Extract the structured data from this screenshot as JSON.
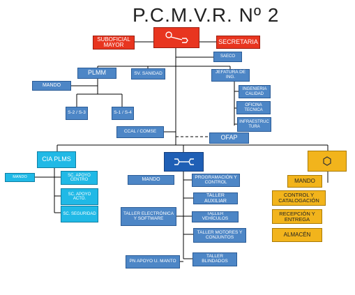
{
  "title": "P.C.M.V.R. Nº 2",
  "colors": {
    "red": "#e8351f",
    "blue": "#4d86c6",
    "dark_blue": "#1f5fb5",
    "cyan": "#20b9e6",
    "gold": "#f2b41c",
    "line": "#000000"
  },
  "nodes": {
    "top": {
      "icon": "wrench-icon"
    },
    "suboficial": "SUBOFICIAL MAYOR",
    "secretaria": "SECRETARIA",
    "saeco": "SAECO",
    "plmm": "PLMM",
    "sv_sanidad": "SV. SANIDAD",
    "jefatura": "JEFATURA DE ING.",
    "ingenieria": "INGENIERIA CALIDAD",
    "oficina": "OFICINA TECNICA",
    "infraestructura": "INFRAESTRUC TURA",
    "mando_plmm": "MANDO",
    "s2s3": "S-2 / S-3",
    "s1s4": "S-1 / S-4",
    "ccal": "CCAL / COMSE",
    "ofap": "OFAP",
    "cia_plms": "CIA PLMS",
    "center_unit": {
      "icon": "wrench-icon"
    },
    "right_unit": {
      "icon": "hexagon-icon"
    },
    "mando_cia": "MANDO",
    "sc_apoyo_centro": "SC. APOYO CENTRO",
    "sc_apoyo_acto": "SC. APOYO ACTO.",
    "sc_seguridad": "SC. SEGURIDAD",
    "mando_center": "MANDO",
    "programacion": "PROGRAMACIÓN Y CONTROL",
    "taller_auxiliar": "TALLER AUXILIAR",
    "taller_electronica": "TALLER ELECTRÓNICA Y SOFTWARE",
    "taller_vehiculos": "TALLER VEHÍCULOS",
    "taller_motores": "TALLER MOTORES Y CONJUNTOS",
    "pn_apoyo": "PN APOYO U. MANTO",
    "taller_blindados": "TALLER BLINDADOS",
    "mando_right": "MANDO",
    "control_catalogacion": "CONTROL Y CATALOGACIÓN",
    "recepcion": "RECEPCIÓN Y ENTREGA",
    "almacen": "ALMACÉN"
  }
}
